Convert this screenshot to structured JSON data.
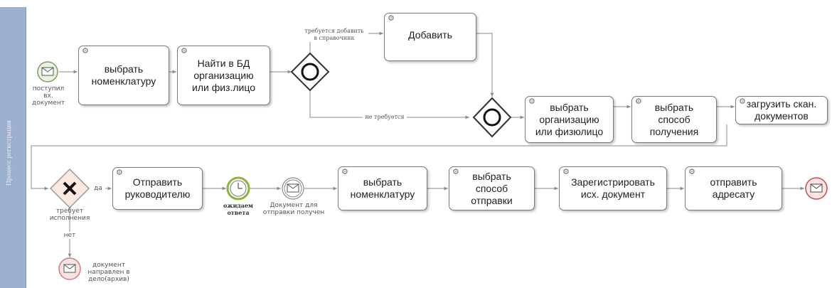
{
  "lane": {
    "title": "Процесс регистрации"
  },
  "tasks": {
    "select_nomenclature_1": "выбрать\nноменклатуру",
    "find_in_db": "Найти в БД\nорганизацию\nили физ.лицо",
    "add": "Добавить",
    "select_org": "выбрать\nорганизацию\nили физюлицо",
    "select_receive_method": "выбрать\nспособ\nполучения",
    "upload_scans": "загрузить скан.\nдокументов",
    "send_to_manager": "Отправить\nруководителю",
    "select_nomenclature_2": "выбрать\nноменклатуру",
    "select_send_method": "выбрать\nспособ\nотправки",
    "register_outgoing": "Зарегистрировать\nисх. документ",
    "send_to_addressee": "отправить\nадресату"
  },
  "events": {
    "start": "поступил\nвх. документ",
    "wait_reply": "ожидаем\nответа",
    "doc_for_sending": "Документ для\nотправки получен",
    "archive": "документ\nнаправлен в\nдело(архив)"
  },
  "gateways": {
    "exclusive_label": "требует\nисполнения"
  },
  "flow_labels": {
    "needs_adding": "требуется добавить\nв справочник",
    "not_needed": "не требуется",
    "yes": "да",
    "no": "нет"
  },
  "colors": {
    "lane": "#9eb0cf",
    "start_event_fill": "#e8f2dc",
    "start_event_stroke": "#7d9a67",
    "timer_ring": "#8fb33a",
    "end_event_fill": "#fbe3e3",
    "end_event_stroke": "#c05050",
    "flow": "#8a8a8a"
  }
}
